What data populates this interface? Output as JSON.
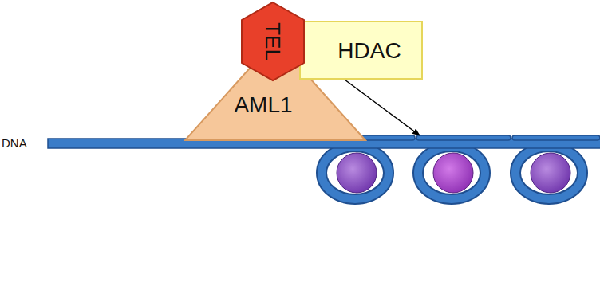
{
  "diagram": {
    "nodes": [
      {
        "text": [
          "TEL"
        ]
      },
      {
        "text": [
          "AML1"
        ]
      },
      {
        "text": [
          "HDAC"
        ]
      }
    ],
    "labels": [
      "DNA"
    ]
  }
}
